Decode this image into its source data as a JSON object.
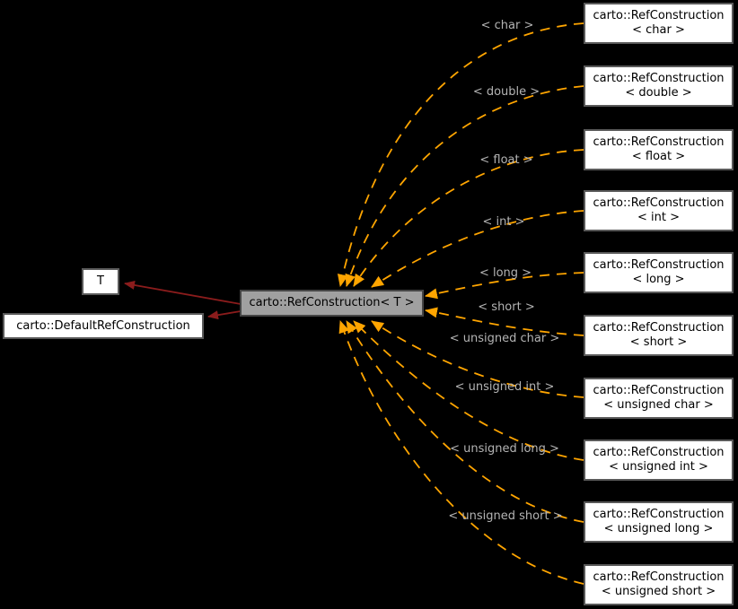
{
  "diagram": {
    "title": "carto::RefConstruction template instantiation graph",
    "colors": {
      "background": "#000000",
      "template_edge": "#ffa500",
      "inheritance_edge": "#8b1c1c",
      "edge_label_text": "#b4b4b4",
      "node_fill": "#ffffff",
      "node_border": "#595959",
      "center_node_fill": "#a0a0a0",
      "node_text": "#000000"
    },
    "center_node": {
      "label": "carto::RefConstruction< T >"
    },
    "base_nodes": [
      {
        "label": "T"
      },
      {
        "label": "carto::DefaultRefConstruction"
      }
    ],
    "instance_nodes": [
      {
        "line1": "carto::RefConstruction",
        "line2": "< char >",
        "edge_label": "< char >"
      },
      {
        "line1": "carto::RefConstruction",
        "line2": "< double >",
        "edge_label": "< double >"
      },
      {
        "line1": "carto::RefConstruction",
        "line2": "< float >",
        "edge_label": "< float >"
      },
      {
        "line1": "carto::RefConstruction",
        "line2": "< int >",
        "edge_label": "< int >"
      },
      {
        "line1": "carto::RefConstruction",
        "line2": "< long >",
        "edge_label": "< long >"
      },
      {
        "line1": "carto::RefConstruction",
        "line2": "< short >",
        "edge_label": "< short >"
      },
      {
        "line1": "carto::RefConstruction",
        "line2": "< unsigned char >",
        "edge_label": "< unsigned char >"
      },
      {
        "line1": "carto::RefConstruction",
        "line2": "< unsigned int >",
        "edge_label": "< unsigned int >"
      },
      {
        "line1": "carto::RefConstruction",
        "line2": "< unsigned long >",
        "edge_label": "< unsigned long >"
      },
      {
        "line1": "carto::RefConstruction",
        "line2": "< unsigned short >",
        "edge_label": "< unsigned short >"
      }
    ]
  }
}
